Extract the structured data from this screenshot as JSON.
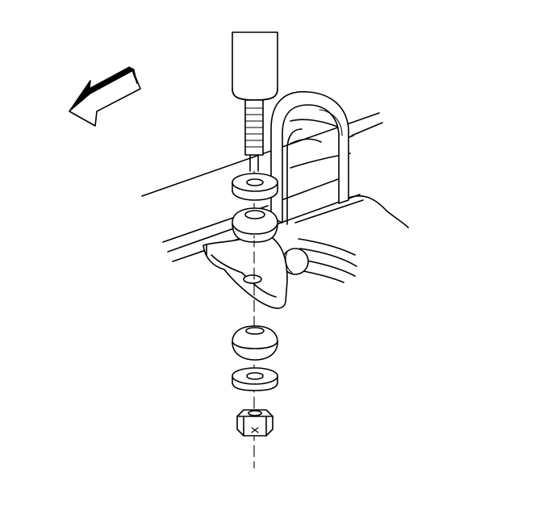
{
  "illustration": {
    "icons": {
      "direction_arrow": "front-direction-arrow-icon",
      "shock_absorber": "shock-absorber",
      "axle": "axle-tube",
      "u_bolt": "u-bolt",
      "leaf_spring": "leaf-spring",
      "mount_bracket": "shock-mount-bracket",
      "upper_retainer": "upper-washer-retainer",
      "upper_insulator": "upper-rubber-insulator",
      "lower_insulator": "lower-rubber-insulator",
      "lower_retainer": "lower-washer-retainer",
      "nut": "hex-nut",
      "centerline": "assembly-centerline"
    },
    "colors": {
      "ink": "#000000",
      "background": "#ffffff"
    }
  }
}
